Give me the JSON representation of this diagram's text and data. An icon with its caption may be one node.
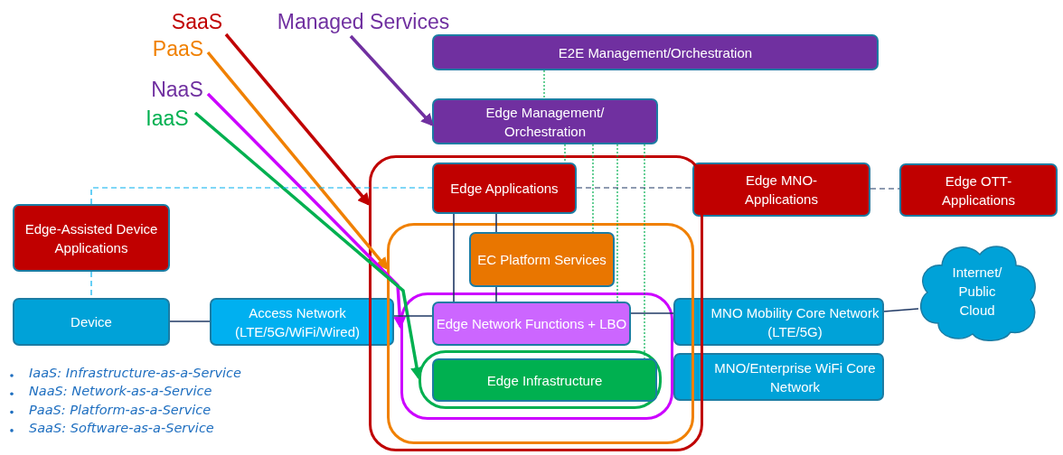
{
  "diagram": {
    "nodes": [
      {
        "text": [
          "SaaS"
        ]
      },
      {
        "text": [
          "PaaS"
        ]
      },
      {
        "text": [
          "NaaS"
        ]
      },
      {
        "text": [
          "IaaS"
        ]
      },
      {
        "text": [
          "Managed Services"
        ]
      },
      {
        "text": [
          "E2E Management/Orchestration"
        ]
      },
      {
        "text": [
          "Edge Management/ Orchestration"
        ]
      },
      {
        "text": [],
        "shape": "box"
      },
      {
        "text": [
          "Edge Applications"
        ],
        "in": 7
      },
      {
        "text": [],
        "shape": "box",
        "in": 7
      },
      {
        "text": [
          "EC Platform Services"
        ],
        "in": 9
      },
      {
        "text": [],
        "shape": "box",
        "in": 9
      },
      {
        "text": [
          "Edge Network Functions + LBO"
        ],
        "in": 11
      },
      {
        "text": [],
        "shape": "box",
        "in": 11
      },
      {
        "text": [
          "Edge Infrastructure"
        ],
        "in": 13
      },
      {
        "text": [
          "Edge MNO-Applications"
        ]
      },
      {
        "text": [
          "Edge OTT-Applications"
        ]
      },
      {
        "text": [
          "Edge-Assisted Device Applications"
        ]
      },
      {
        "text": [
          "Device"
        ]
      },
      {
        "text": [
          "Access Network (LTE/5G/WiFi/Wired)"
        ]
      },
      {
        "text": [
          "MNO Mobility Core Network (LTE/5G)"
        ]
      },
      {
        "text": [
          "MNO/Enterprise WiFi Core Network"
        ]
      },
      {
        "text": [
          "Internet/ Public Cloud"
        ]
      }
    ],
    "edges": [
      {
        "from": 0,
        "to": 7,
        "arrow": "to",
        "style": "thick",
        "color": "#c00000"
      },
      {
        "from": 1,
        "to": 9,
        "arrow": "to",
        "style": "thick",
        "color": "#f08000"
      },
      {
        "from": 2,
        "to": 11,
        "arrow": "to",
        "style": "thick",
        "color": "#cc00ff"
      },
      {
        "from": 3,
        "to": 13,
        "arrow": "to",
        "style": "thick",
        "color": "#00b050"
      },
      {
        "from": 4,
        "to": 6,
        "arrow": "to",
        "style": "thick",
        "color": "#7030a0"
      },
      {
        "from": 5,
        "to": 6,
        "arrow": "none",
        "style": "dashed",
        "color": "#00b050"
      },
      {
        "from": 6,
        "to": 8,
        "arrow": "none",
        "style": "dashed",
        "color": "#00b050"
      },
      {
        "from": 6,
        "to": 10,
        "arrow": "none",
        "style": "dashed",
        "color": "#00b050"
      },
      {
        "from": 6,
        "to": 12,
        "arrow": "none",
        "style": "dashed",
        "color": "#00b050"
      },
      {
        "from": 6,
        "to": 14,
        "arrow": "none",
        "style": "dashed",
        "color": "#00b050"
      },
      {
        "from": 17,
        "to": 8,
        "arrow": "none",
        "style": "dashed",
        "color": "#00b0f0"
      },
      {
        "from": 17,
        "to": 18,
        "arrow": "none",
        "style": "dashed",
        "color": "#00b0f0"
      },
      {
        "from": 8,
        "to": 15,
        "arrow": "none",
        "style": "dashed"
      },
      {
        "from": 15,
        "to": 16,
        "arrow": "none",
        "style": "dashed"
      },
      {
        "from": 18,
        "to": 19,
        "arrow": "none"
      },
      {
        "from": 19,
        "to": 12,
        "arrow": "none"
      },
      {
        "from": 12,
        "to": 20,
        "arrow": "none"
      },
      {
        "from": 20,
        "to": 22,
        "arrow": "none"
      },
      {
        "from": 8,
        "to": 12,
        "arrow": "none"
      },
      {
        "from": 8,
        "to": 10,
        "arrow": "none"
      },
      {
        "from": 10,
        "to": 12,
        "arrow": "none"
      }
    ],
    "labels": [
      "IaaS: Infrastructure-as-a-Service",
      "NaaS: Network-as-a-Service",
      "PaaS: Platform-as-a-Service",
      "SaaS: Software-as-a-Service"
    ]
  }
}
